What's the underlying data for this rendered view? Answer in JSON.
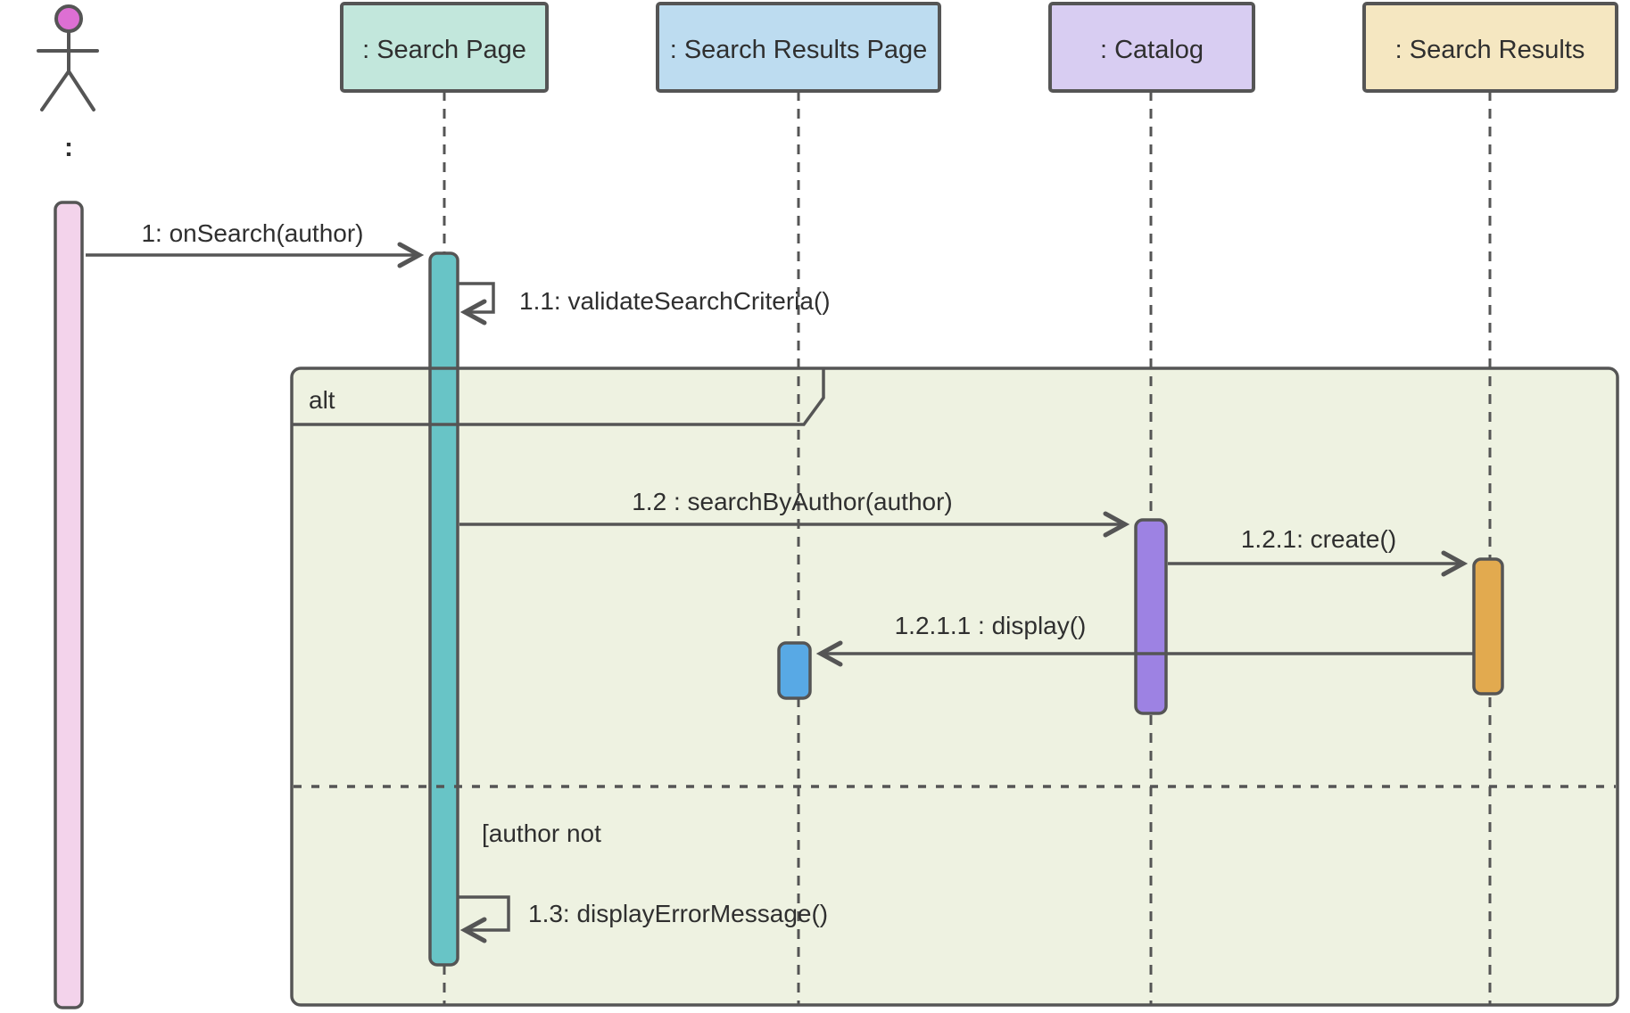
{
  "actor": {
    "label": ":"
  },
  "lifelines": [
    {
      "label": ": Search Page",
      "fill": "#c2e7dc"
    },
    {
      "label": ": Search Results Page",
      "fill": "#bddcf0"
    },
    {
      "label": ": Catalog",
      "fill": "#d8cdf2"
    },
    {
      "label": ": Search Results",
      "fill": "#f5e7c1"
    }
  ],
  "activations": [
    {
      "name": "user",
      "fill": "#f3d3eb"
    },
    {
      "name": "search-page",
      "fill": "#68c4c6"
    },
    {
      "name": "search-results-page",
      "fill": "#58a9e5"
    },
    {
      "name": "catalog",
      "fill": "#9d82e3"
    },
    {
      "name": "search-results",
      "fill": "#e2aa4f"
    }
  ],
  "fragment": {
    "operator": "alt",
    "guard": "[author not",
    "fill": "#eef2e1"
  },
  "messages": [
    {
      "label": "1: onSearch(author)"
    },
    {
      "label": "1.1: validateSearchCriteria()"
    },
    {
      "label": "1.2 : searchByAuthor(author)"
    },
    {
      "label": "1.2.1: create()"
    },
    {
      "label": "1.2.1.1 : display()"
    },
    {
      "label": "1.3: displayErrorMessage()"
    }
  ],
  "colors": {
    "stroke": "#555555",
    "text": "#2f2f2f",
    "actor_head": "#dd6fd3",
    "background": "#ffffff"
  }
}
